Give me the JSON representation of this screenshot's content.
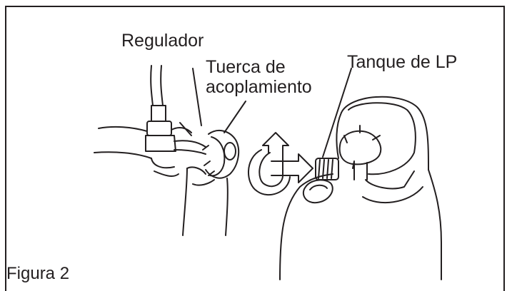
{
  "labels": {
    "regulador": "Regulador",
    "tuerca_line1": "Tuerca de",
    "tuerca_line2": "acoplamiento",
    "tanque": "Tanque de LP",
    "figura": "Figura 2"
  },
  "colors": {
    "line": "#231f20",
    "background": "#ffffff"
  },
  "icons": [
    "curved-arrow-icon",
    "right-arrow-icon"
  ]
}
